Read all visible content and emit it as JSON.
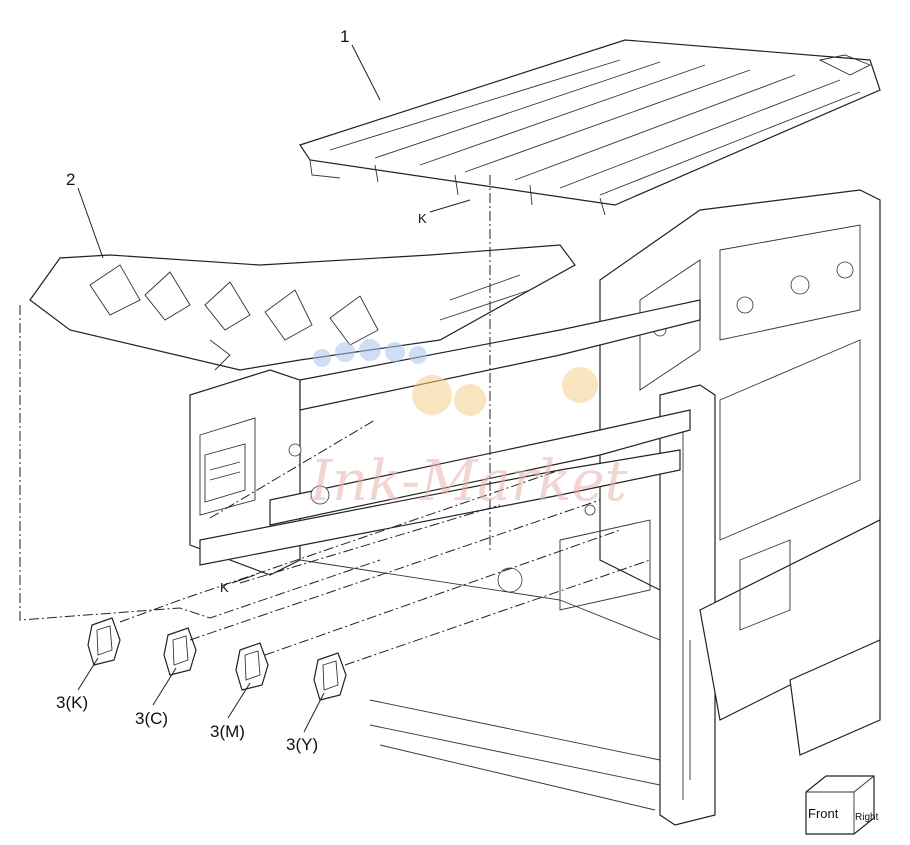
{
  "callouts": {
    "part_1": "1",
    "part_2": "2",
    "part_3k": "3(K)",
    "part_3c": "3(C)",
    "part_3m": "3(M)",
    "part_3y": "3(Y)",
    "k_upper": "K",
    "k_lower": "K"
  },
  "orientation_cube": {
    "front": "Front",
    "right": "Right"
  },
  "watermark": {
    "text": "Ink-Market"
  },
  "colors": {
    "line": "#222222",
    "watermark_blue": "#a8c4ec",
    "watermark_orange": "#f4cf8c",
    "watermark_red": "#e8b3ae"
  }
}
